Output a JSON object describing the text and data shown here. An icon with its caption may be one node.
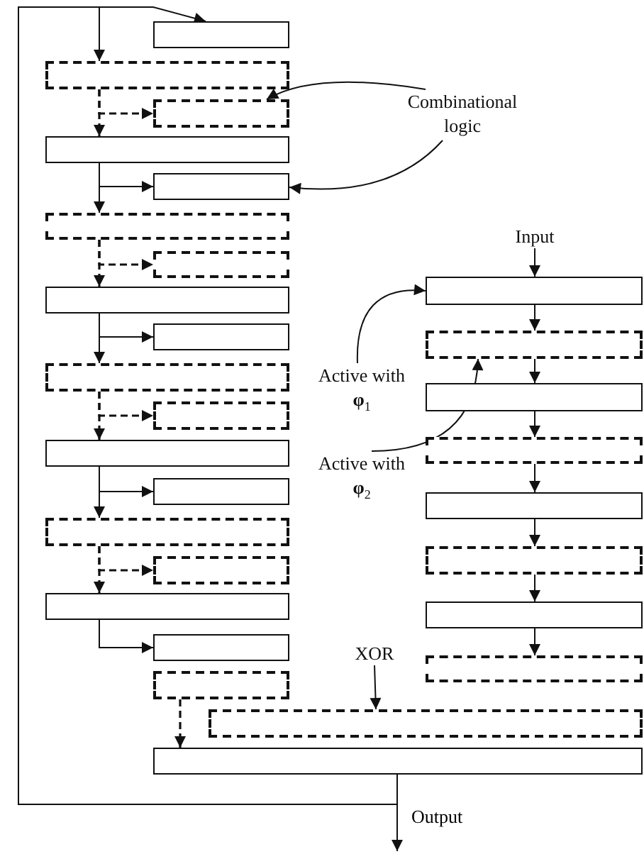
{
  "diagram": {
    "nodes": [
      {
        "text": [],
        "shape": "box"
      },
      {
        "text": [],
        "shape": "box"
      },
      {
        "text": [],
        "shape": "box"
      },
      {
        "text": [],
        "shape": "box"
      },
      {
        "text": [],
        "shape": "box"
      },
      {
        "text": [],
        "shape": "box"
      },
      {
        "text": [],
        "shape": "box"
      },
      {
        "text": [],
        "shape": "box"
      },
      {
        "text": [],
        "shape": "box"
      },
      {
        "text": [],
        "shape": "box"
      },
      {
        "text": [],
        "shape": "box"
      },
      {
        "text": [],
        "shape": "box"
      },
      {
        "text": [],
        "shape": "box"
      },
      {
        "text": [],
        "shape": "box"
      },
      {
        "text": [],
        "shape": "box"
      },
      {
        "text": [],
        "shape": "box"
      },
      {
        "text": [],
        "shape": "box"
      },
      {
        "text": [],
        "shape": "box"
      },
      {
        "text": [],
        "shape": "box"
      },
      {
        "text": [],
        "shape": "box"
      },
      {
        "text": [],
        "shape": "box"
      },
      {
        "text": [],
        "shape": "box"
      },
      {
        "text": [],
        "shape": "box"
      },
      {
        "text": [],
        "shape": "box"
      },
      {
        "text": [],
        "shape": "box"
      },
      {
        "text": [],
        "shape": "box"
      },
      {
        "text": [],
        "shape": "box"
      },
      {
        "text": [],
        "shape": "box"
      },
      {
        "text": [
          "Combinational logic"
        ]
      },
      {
        "text": [
          "Input"
        ]
      },
      {
        "text": [
          "Active with **φ**$_{1}$"
        ]
      },
      {
        "text": [
          "Active with **φ**$_{2}$"
        ]
      },
      {
        "text": [
          "XOR"
        ]
      }
    ],
    "edges": [
      {
        "from": 19,
        "to": 1,
        "arrow": "to"
      },
      {
        "from": 19,
        "to": 0,
        "arrow": "to"
      },
      {
        "from": 1,
        "to": 3,
        "arrow": "to",
        "style": "dashed"
      },
      {
        "from": 1,
        "to": 2,
        "arrow": "to",
        "style": "dashed"
      },
      {
        "from": 3,
        "to": 5,
        "arrow": "to"
      },
      {
        "from": 3,
        "to": 4,
        "arrow": "to"
      },
      {
        "from": 5,
        "to": 7,
        "arrow": "to",
        "style": "dashed"
      },
      {
        "from": 5,
        "to": 6,
        "arrow": "to",
        "style": "dashed"
      },
      {
        "from": 7,
        "to": 9,
        "arrow": "to"
      },
      {
        "from": 7,
        "to": 8,
        "arrow": "to"
      },
      {
        "from": 9,
        "to": 11,
        "arrow": "to",
        "style": "dashed"
      },
      {
        "from": 9,
        "to": 10,
        "arrow": "to",
        "style": "dashed"
      },
      {
        "from": 11,
        "to": 13,
        "arrow": "to"
      },
      {
        "from": 11,
        "to": 12,
        "arrow": "to"
      },
      {
        "from": 13,
        "to": 15,
        "arrow": "to",
        "style": "dashed"
      },
      {
        "from": 13,
        "to": 14,
        "arrow": "to",
        "style": "dashed"
      },
      {
        "from": 15,
        "to": 16,
        "arrow": "to"
      },
      {
        "from": 17,
        "to": 19,
        "arrow": "to",
        "style": "dashed"
      },
      {
        "from": 29,
        "to": 20,
        "arrow": "to"
      },
      {
        "from": 20,
        "to": 21,
        "arrow": "to"
      },
      {
        "from": 21,
        "to": 22,
        "arrow": "to"
      },
      {
        "from": 22,
        "to": 23,
        "arrow": "to"
      },
      {
        "from": 23,
        "to": 24,
        "arrow": "to"
      },
      {
        "from": 24,
        "to": 25,
        "arrow": "to"
      },
      {
        "from": 25,
        "to": 26,
        "arrow": "to"
      },
      {
        "from": 26,
        "to": 27,
        "arrow": "to"
      },
      {
        "from": 28,
        "to": 2,
        "arrow": "to"
      },
      {
        "from": 28,
        "to": 4,
        "arrow": "to"
      },
      {
        "from": 30,
        "to": 20,
        "arrow": "to"
      },
      {
        "from": 31,
        "to": 21,
        "arrow": "to"
      },
      {
        "from": 32,
        "to": 18,
        "arrow": "to"
      },
      {
        "from": 19,
        "to": null,
        "arrow": "to",
        "label": "Output"
      }
    ]
  }
}
